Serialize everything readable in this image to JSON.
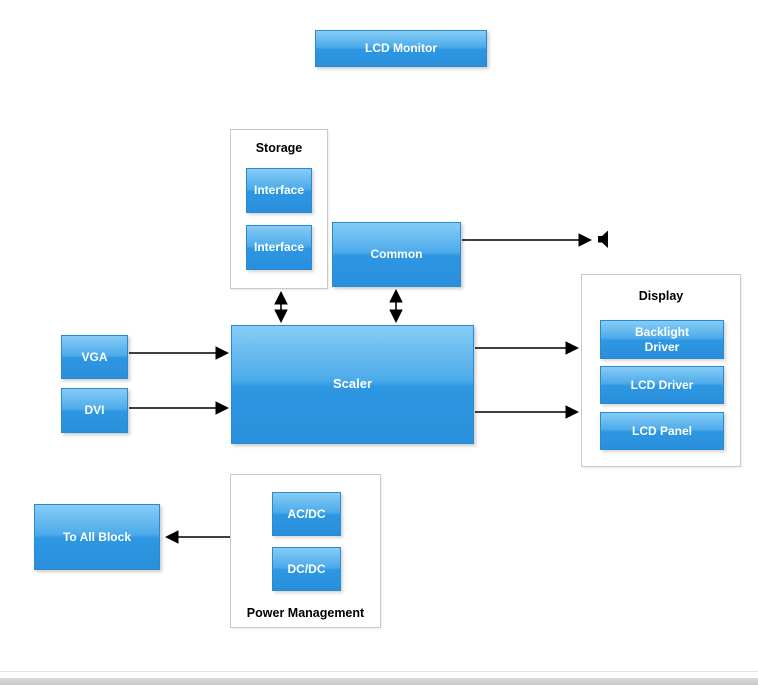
{
  "title_block": {
    "label": "LCD Monitor"
  },
  "groups": {
    "storage": {
      "label": "Storage",
      "blocks": {
        "interface1": "Interface",
        "interface2": "Interface"
      }
    },
    "display": {
      "label": "Display",
      "blocks": {
        "backlight_driver": "Backlight Driver",
        "lcd_driver": "LCD Driver",
        "lcd_panel": "LCD Panel"
      }
    },
    "power": {
      "label": "Power Management",
      "blocks": {
        "acdc": "AC/DC",
        "dcdc": "DC/DC"
      }
    }
  },
  "blocks": {
    "scaler": "Scaler",
    "common": "Common",
    "vga": "VGA",
    "dvi": "DVI",
    "to_all_block": "To All Block"
  },
  "icons": {
    "speaker": "speaker-icon"
  },
  "colors": {
    "block_gradient_top": "#86ccf6",
    "block_gradient_bottom": "#2a8fdc",
    "block_border": "#2a8ad0",
    "group_border": "#c9c9c9",
    "arrow": "#000000",
    "text_on_block": "#ffffff"
  }
}
